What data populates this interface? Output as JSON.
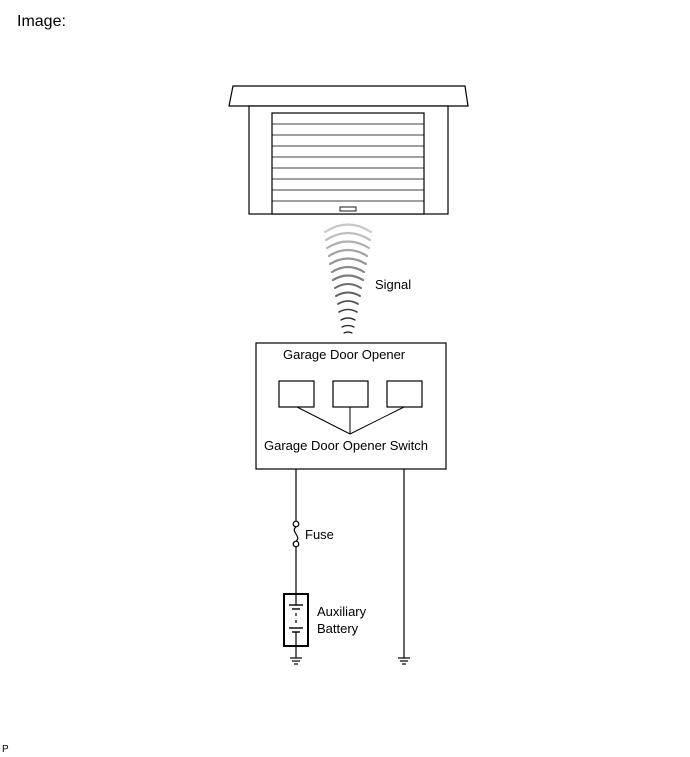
{
  "header": {
    "label": "Image:"
  },
  "footer": {
    "code": "P"
  },
  "diagram": {
    "signal_label": "Signal",
    "opener_title": "Garage Door Opener",
    "switch_label": "Garage Door Opener Switch",
    "fuse_label": "Fuse",
    "battery_label_line1": "Auxiliary",
    "battery_label_line2": "Battery"
  }
}
